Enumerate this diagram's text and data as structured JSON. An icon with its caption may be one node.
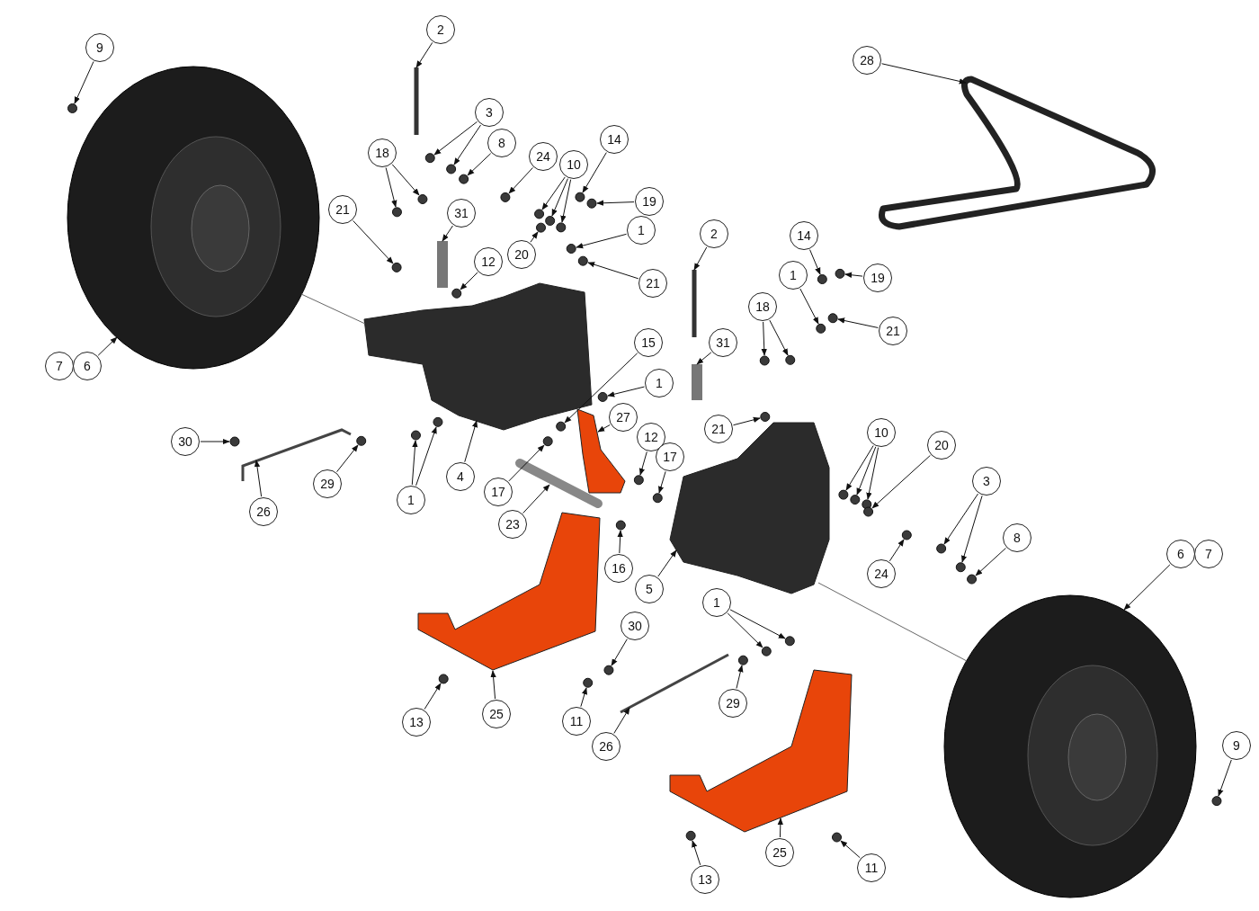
{
  "diagram": {
    "nodes": [
      {
        "text": [
          "9"
        ]
      },
      {
        "text": [
          "2"
        ]
      },
      {
        "text": [
          "3"
        ]
      },
      {
        "text": [
          "8"
        ]
      },
      {
        "text": [
          "24"
        ]
      },
      {
        "text": [
          "10"
        ]
      },
      {
        "text": [
          "14"
        ]
      },
      {
        "text": [
          "18"
        ]
      },
      {
        "text": [
          "19"
        ]
      },
      {
        "text": [
          "31"
        ]
      },
      {
        "text": [
          "21"
        ]
      },
      {
        "text": [
          "1"
        ]
      },
      {
        "text": [
          "20"
        ]
      },
      {
        "text": [
          "12"
        ]
      },
      {
        "text": [
          "21"
        ]
      },
      {
        "text": [
          "7"
        ]
      },
      {
        "text": [
          "6"
        ]
      },
      {
        "text": [
          "15"
        ]
      },
      {
        "text": [
          "1"
        ]
      },
      {
        "text": [
          "27"
        ]
      },
      {
        "text": [
          "30"
        ]
      },
      {
        "text": [
          "26"
        ]
      },
      {
        "text": [
          "29"
        ]
      },
      {
        "text": [
          "1"
        ]
      },
      {
        "text": [
          "4"
        ]
      },
      {
        "text": [
          "17"
        ]
      },
      {
        "text": [
          "12"
        ]
      },
      {
        "text": [
          "17"
        ]
      },
      {
        "text": [
          "23"
        ]
      },
      {
        "text": [
          "16"
        ]
      },
      {
        "text": [
          "13"
        ]
      },
      {
        "text": [
          "25"
        ]
      },
      {
        "text": [
          "11"
        ]
      },
      {
        "text": [
          "26"
        ]
      },
      {
        "text": [
          "30"
        ]
      },
      {
        "text": [
          "29"
        ]
      },
      {
        "text": [
          "2"
        ]
      },
      {
        "text": [
          "31"
        ]
      },
      {
        "text": [
          "18"
        ]
      },
      {
        "text": [
          "14"
        ]
      },
      {
        "text": [
          "1"
        ]
      },
      {
        "text": [
          "19"
        ]
      },
      {
        "text": [
          "21"
        ]
      },
      {
        "text": [
          "21"
        ]
      },
      {
        "text": [
          "10"
        ]
      },
      {
        "text": [
          "20"
        ]
      },
      {
        "text": [
          "3"
        ]
      },
      {
        "text": [
          "8"
        ]
      },
      {
        "text": [
          "24"
        ]
      },
      {
        "text": [
          "5"
        ]
      },
      {
        "text": [
          "1"
        ]
      },
      {
        "text": [
          "6"
        ]
      },
      {
        "text": [
          "7"
        ]
      },
      {
        "text": [
          "9"
        ]
      },
      {
        "text": [
          "25"
        ]
      },
      {
        "text": [
          "13"
        ]
      },
      {
        "text": [
          "11"
        ]
      },
      {
        "text": [
          "28"
        ]
      },
      {
        "text": [],
        "shape": "circle"
      },
      {
        "text": [],
        "shape": "bar"
      },
      {
        "text": [],
        "shape": "circle"
      },
      {
        "text": [],
        "shape": "circle"
      },
      {
        "text": [],
        "shape": "circle"
      },
      {
        "text": [],
        "shape": "circle"
      },
      {
        "text": [],
        "shape": "circle"
      },
      {
        "text": [],
        "shape": "circle"
      },
      {
        "text": [],
        "shape": "circle"
      },
      {
        "text": [],
        "shape": "circle"
      },
      {
        "text": [],
        "shape": "circle"
      },
      {
        "text": [],
        "shape": "circle"
      },
      {
        "text": [],
        "shape": "circle"
      },
      {
        "text": [],
        "shape": "bar"
      },
      {
        "text": [],
        "shape": "circle"
      },
      {
        "text": [],
        "shape": "circle"
      },
      {
        "text": [],
        "shape": "circle"
      },
      {
        "text": [],
        "shape": "circle"
      },
      {
        "text": [],
        "shape": "circle"
      },
      {
        "text": [],
        "shape": "picture"
      },
      {
        "text": [],
        "shape": "circle"
      },
      {
        "text": [],
        "shape": "circle"
      },
      {
        "text": [],
        "shape": "picture"
      },
      {
        "text": [],
        "shape": "circle"
      },
      {
        "text": [],
        "shape": "picture"
      },
      {
        "text": [],
        "shape": "circle"
      },
      {
        "text": [],
        "shape": "circle"
      },
      {
        "text": [],
        "shape": "circle"
      },
      {
        "text": [],
        "shape": "picture"
      },
      {
        "text": [],
        "shape": "circle"
      },
      {
        "text": [],
        "shape": "circle"
      },
      {
        "text": [],
        "shape": "circle"
      },
      {
        "text": [],
        "shape": "picture"
      },
      {
        "text": [],
        "shape": "circle"
      },
      {
        "text": [],
        "shape": "circle"
      },
      {
        "text": [],
        "shape": "picture"
      },
      {
        "text": [],
        "shape": "circle"
      },
      {
        "text": [],
        "shape": "picture"
      },
      {
        "text": [],
        "shape": "circle"
      },
      {
        "text": [],
        "shape": "circle"
      },
      {
        "text": [],
        "shape": "bar"
      },
      {
        "text": [],
        "shape": "bar"
      },
      {
        "text": [],
        "shape": "circle"
      },
      {
        "text": [],
        "shape": "circle"
      },
      {
        "text": [],
        "shape": "circle"
      },
      {
        "text": [],
        "shape": "circle"
      },
      {
        "text": [],
        "shape": "circle"
      },
      {
        "text": [],
        "shape": "circle"
      },
      {
        "text": [],
        "shape": "circle"
      },
      {
        "text": [],
        "shape": "circle"
      },
      {
        "text": [],
        "shape": "circle"
      },
      {
        "text": [],
        "shape": "circle"
      },
      {
        "text": [],
        "shape": "circle"
      },
      {
        "text": [],
        "shape": "circle"
      },
      {
        "text": [],
        "shape": "circle"
      },
      {
        "text": [],
        "shape": "circle"
      },
      {
        "text": [],
        "shape": "circle"
      },
      {
        "text": [],
        "shape": "picture"
      },
      {
        "text": [],
        "shape": "circle"
      },
      {
        "text": [],
        "shape": "circle"
      },
      {
        "text": [],
        "shape": "picture"
      },
      {
        "text": [],
        "shape": "circle"
      },
      {
        "text": [],
        "shape": "picture"
      },
      {
        "text": [],
        "shape": "circle"
      },
      {
        "text": [],
        "shape": "circle"
      },
      {
        "text": [],
        "shape": "picture"
      }
    ],
    "edges": [
      {
        "from": 0,
        "to": 58,
        "arrow": "to"
      },
      {
        "from": 1,
        "to": 59,
        "arrow": "to"
      },
      {
        "from": 2,
        "to": 60,
        "arrow": "to"
      },
      {
        "from": 2,
        "to": 61,
        "arrow": "to"
      },
      {
        "from": 3,
        "to": 62,
        "arrow": "to"
      },
      {
        "from": 4,
        "to": 63,
        "arrow": "to"
      },
      {
        "from": 5,
        "to": 64,
        "arrow": "to"
      },
      {
        "from": 5,
        "to": 65,
        "arrow": "to"
      },
      {
        "from": 5,
        "to": 66,
        "arrow": "to"
      },
      {
        "from": 6,
        "to": 67,
        "arrow": "to"
      },
      {
        "from": 7,
        "to": 68,
        "arrow": "to"
      },
      {
        "from": 7,
        "to": 69,
        "arrow": "to"
      },
      {
        "from": 8,
        "to": 70,
        "arrow": "to"
      },
      {
        "from": 9,
        "to": 71,
        "arrow": "to"
      },
      {
        "from": 10,
        "to": 72,
        "arrow": "to"
      },
      {
        "from": 11,
        "to": 73,
        "arrow": "to"
      },
      {
        "from": 12,
        "to": 74,
        "arrow": "to"
      },
      {
        "from": 13,
        "to": 75,
        "arrow": "to"
      },
      {
        "from": 14,
        "to": 76,
        "arrow": "to"
      },
      {
        "from": 16,
        "to": 77,
        "arrow": "to"
      },
      {
        "from": 17,
        "to": 78,
        "arrow": "to"
      },
      {
        "from": 18,
        "to": 79,
        "arrow": "to"
      },
      {
        "from": 19,
        "to": 80,
        "arrow": "to"
      },
      {
        "from": 20,
        "to": 81,
        "arrow": "to"
      },
      {
        "from": 21,
        "to": 82,
        "arrow": "to"
      },
      {
        "from": 22,
        "to": 83,
        "arrow": "to"
      },
      {
        "from": 23,
        "to": 84,
        "arrow": "to"
      },
      {
        "from": 23,
        "to": 85,
        "arrow": "to"
      },
      {
        "from": 24,
        "to": 86,
        "arrow": "to"
      },
      {
        "from": 25,
        "to": 87,
        "arrow": "to"
      },
      {
        "from": 26,
        "to": 88,
        "arrow": "to"
      },
      {
        "from": 27,
        "to": 89,
        "arrow": "to"
      },
      {
        "from": 28,
        "to": 90,
        "arrow": "to"
      },
      {
        "from": 29,
        "to": 91,
        "arrow": "to"
      },
      {
        "from": 30,
        "to": 92,
        "arrow": "to"
      },
      {
        "from": 31,
        "to": 93,
        "arrow": "to"
      },
      {
        "from": 32,
        "to": 94,
        "arrow": "to"
      },
      {
        "from": 33,
        "to": 95,
        "arrow": "to"
      },
      {
        "from": 34,
        "to": 96,
        "arrow": "to"
      },
      {
        "from": 35,
        "to": 97,
        "arrow": "to"
      },
      {
        "from": 36,
        "to": 98,
        "arrow": "to"
      },
      {
        "from": 37,
        "to": 99,
        "arrow": "to"
      },
      {
        "from": 38,
        "to": 100,
        "arrow": "to"
      },
      {
        "from": 38,
        "to": 101,
        "arrow": "to"
      },
      {
        "from": 39,
        "to": 102,
        "arrow": "to"
      },
      {
        "from": 40,
        "to": 103,
        "arrow": "to"
      },
      {
        "from": 41,
        "to": 104,
        "arrow": "to"
      },
      {
        "from": 42,
        "to": 105,
        "arrow": "to"
      },
      {
        "from": 43,
        "to": 106,
        "arrow": "to"
      },
      {
        "from": 44,
        "to": 107,
        "arrow": "to"
      },
      {
        "from": 44,
        "to": 108,
        "arrow": "to"
      },
      {
        "from": 44,
        "to": 109,
        "arrow": "to"
      },
      {
        "from": 45,
        "to": 110,
        "arrow": "to"
      },
      {
        "from": 46,
        "to": 111,
        "arrow": "to"
      },
      {
        "from": 46,
        "to": 112,
        "arrow": "to"
      },
      {
        "from": 47,
        "to": 113,
        "arrow": "to"
      },
      {
        "from": 48,
        "to": 114,
        "arrow": "to"
      },
      {
        "from": 49,
        "to": 115,
        "arrow": "to"
      },
      {
        "from": 50,
        "to": 116,
        "arrow": "to"
      },
      {
        "from": 50,
        "to": 117,
        "arrow": "to"
      },
      {
        "from": 51,
        "to": 118,
        "arrow": "to"
      },
      {
        "from": 53,
        "to": 119,
        "arrow": "to"
      },
      {
        "from": 54,
        "to": 120,
        "arrow": "to"
      },
      {
        "from": 55,
        "to": 121,
        "arrow": "to"
      },
      {
        "from": 56,
        "to": 122,
        "arrow": "to"
      },
      {
        "from": 57,
        "to": 123,
        "arrow": "to"
      },
      {
        "from": 77,
        "to": 86,
        "arrow": "none",
        "color": "#666666"
      },
      {
        "from": 115,
        "to": 118,
        "arrow": "none",
        "color": "#666666"
      }
    ]
  }
}
